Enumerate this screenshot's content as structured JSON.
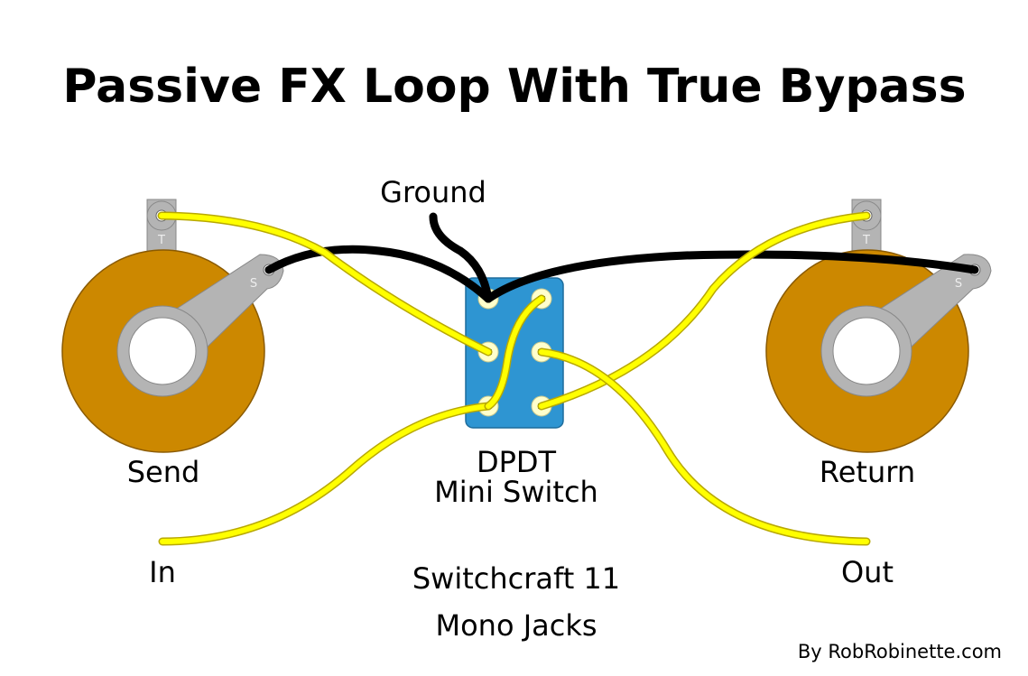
{
  "title": "Passive FX Loop With True Bypass",
  "labels": {
    "ground": "Ground",
    "send": "Send",
    "return": "Return",
    "switch_line1": "DPDT",
    "switch_line2": "Mini Switch",
    "in": "In",
    "out": "Out",
    "jacks_line1": "Switchcraft 11",
    "jacks_line2": "Mono Jacks",
    "tip_lug": "T",
    "sleeve_lug": "S"
  },
  "credit": "By RobRobinette.com",
  "colors": {
    "jack_body": "#cc8800",
    "jack_outline": "#8a5a00",
    "lug": "#b4b4b4",
    "switch_body": "#2e95d2",
    "switch_lug": "#ffffcc",
    "wire_signal": "#ffff00",
    "wire_ground": "#000000"
  }
}
